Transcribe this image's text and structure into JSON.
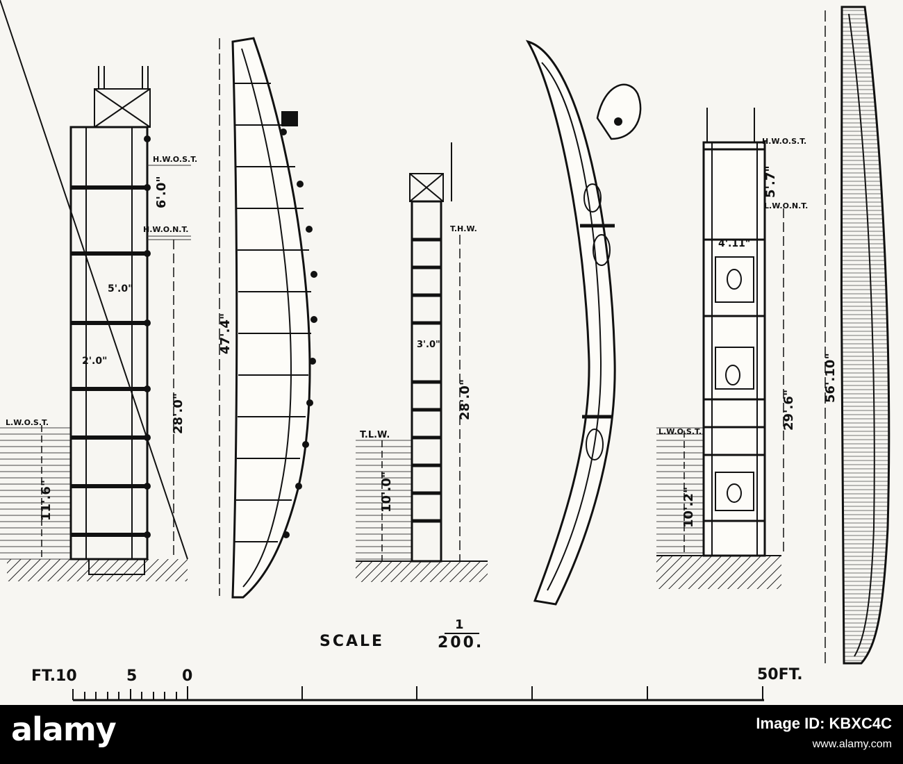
{
  "diagram": {
    "scale_label": "SCALE",
    "scale_num": "1",
    "scale_den": "200.",
    "ruler": {
      "left_label": "FT.10",
      "mid_label": "5",
      "zero_label": "0",
      "right_label": "50FT."
    },
    "section1": {
      "hwost": "H.W.O.S.T.",
      "hwont": "H.W.O.N.T.",
      "lwost": "L.W.O.S.T.",
      "dim_6_0": "6'.0\"",
      "dim_5_0": "5'.0\"",
      "dim_2_0": "2'.0\"",
      "dim_28_0": "28'.0\"",
      "dim_11_6": "11'.6\""
    },
    "section2": {
      "dim_47_4": "47'.4\""
    },
    "section3": {
      "thw": "T.H.W.",
      "tlw": "T.L.W.",
      "dim_3_0": "3'.0\"",
      "dim_28_0": "28'.0\"",
      "dim_10_0": "10'.0\""
    },
    "section5": {
      "hwost": "H.W.O.S.T.",
      "lwont": "L.W.O.N.T.",
      "lwost": "L.W.O.S.T.",
      "dim_5_7": "5'.7\"",
      "dim_4_11": "4'.11\"",
      "dim_29_6": "29'.6\"",
      "dim_10_2": "10'.2\""
    },
    "section6": {
      "dim_56_10": "56'.10\""
    }
  },
  "watermark": {
    "logo": "alamy",
    "image_id": "Image ID: KBXC4C",
    "url": "www.alamy.com"
  }
}
